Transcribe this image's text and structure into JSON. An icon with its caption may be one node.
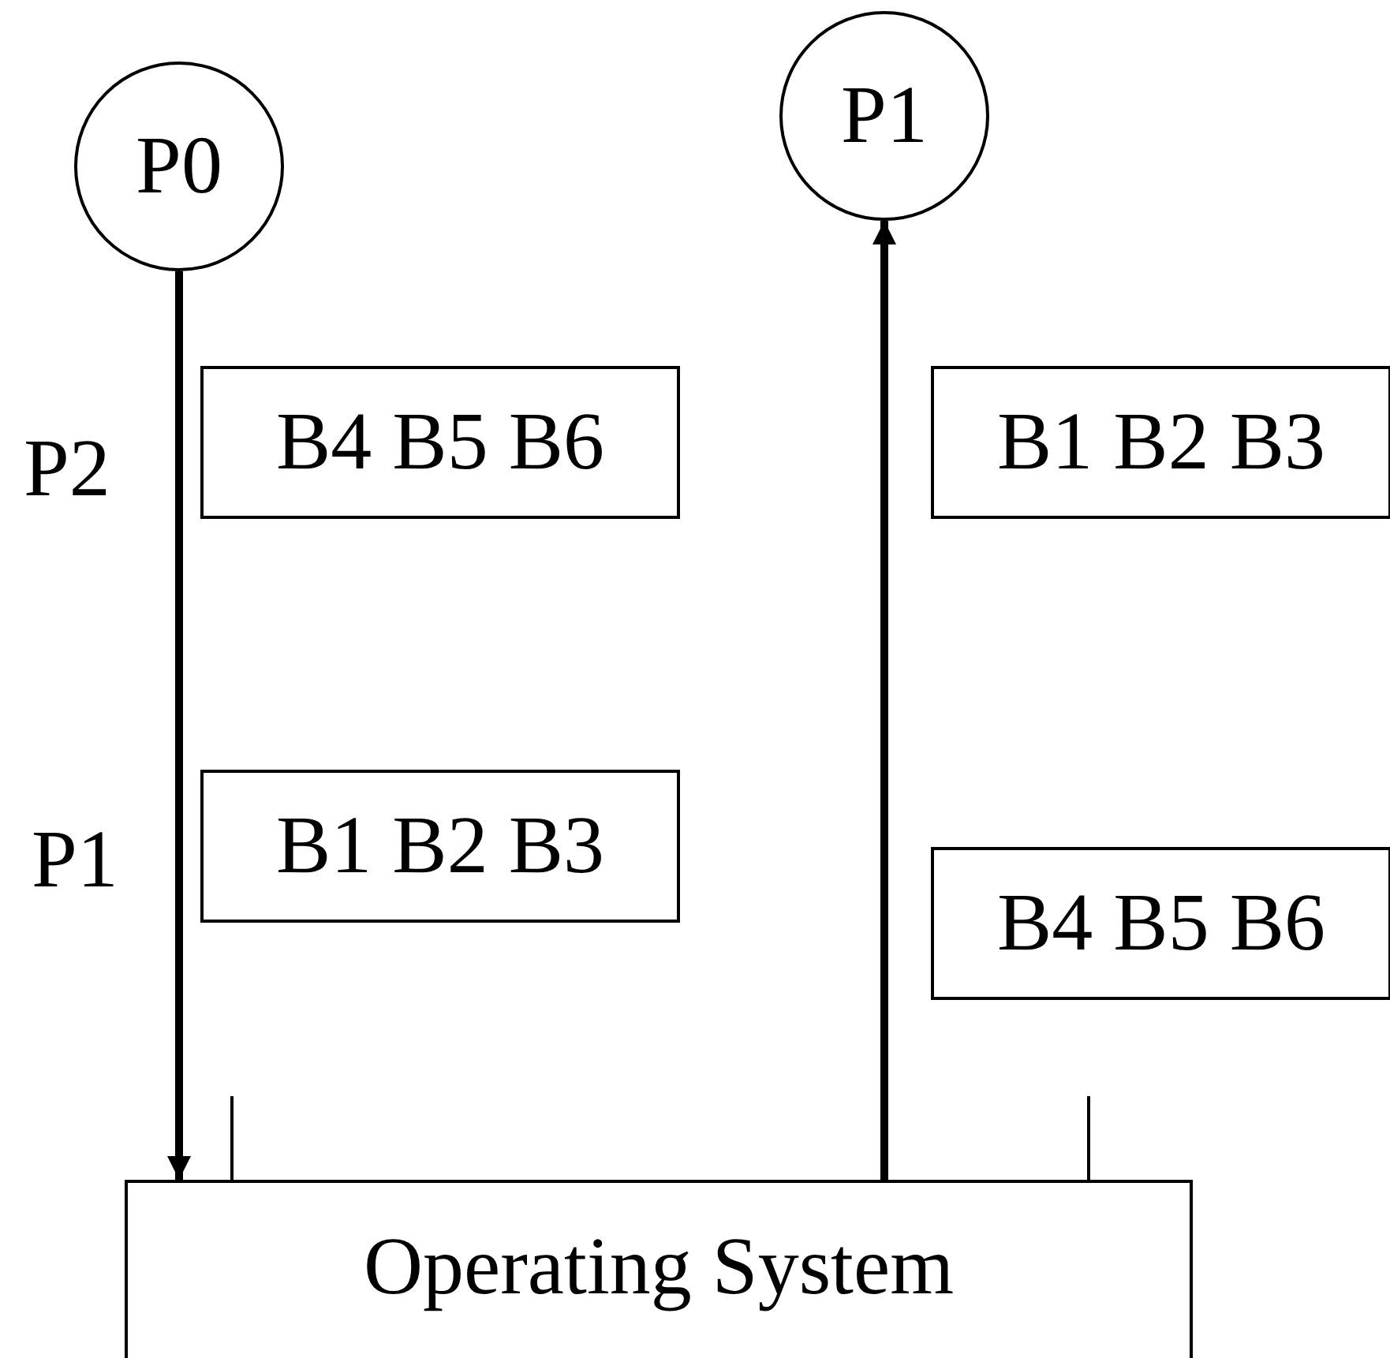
{
  "diagram": {
    "nodes": [
      {
        "text": [
          "P0"
        ]
      },
      {
        "text": [
          "P1"
        ]
      },
      {
        "text": [
          "B4 B5 B6"
        ]
      },
      {
        "text": [
          "B1 B2 B3"
        ]
      },
      {
        "text": [
          "B1 B2 B3"
        ]
      },
      {
        "text": [
          "B4 B5 B6"
        ]
      },
      {
        "text": [
          "Operating System"
        ]
      }
    ],
    "edges": [
      {
        "from": 0,
        "to": 6,
        "arrow": "to"
      },
      {
        "from": 6,
        "to": 1,
        "arrow": "to"
      }
    ],
    "labels": [
      "P2",
      "P1"
    ]
  }
}
